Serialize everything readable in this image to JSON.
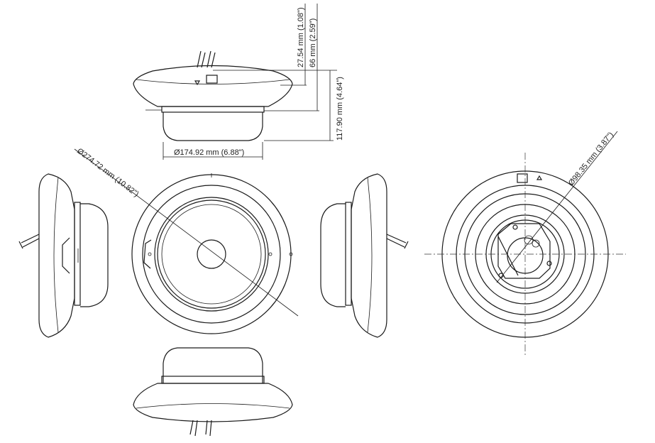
{
  "title": "Dome camera dimension drawing",
  "dimensions": {
    "top_offset": "27.54 mm (1.08\")",
    "dome_height": "66 mm (2.59\")",
    "total_height": "117.90 mm (4.64\")",
    "dome_diameter": "Ø174.92 mm (6.88\")",
    "outer_diameter": "Ø274.72 mm (10.82\")",
    "mount_diameter": "Ø98.35 mm (3.87\")"
  },
  "colors": {
    "line": "#1a1a1a",
    "text": "#222222"
  }
}
